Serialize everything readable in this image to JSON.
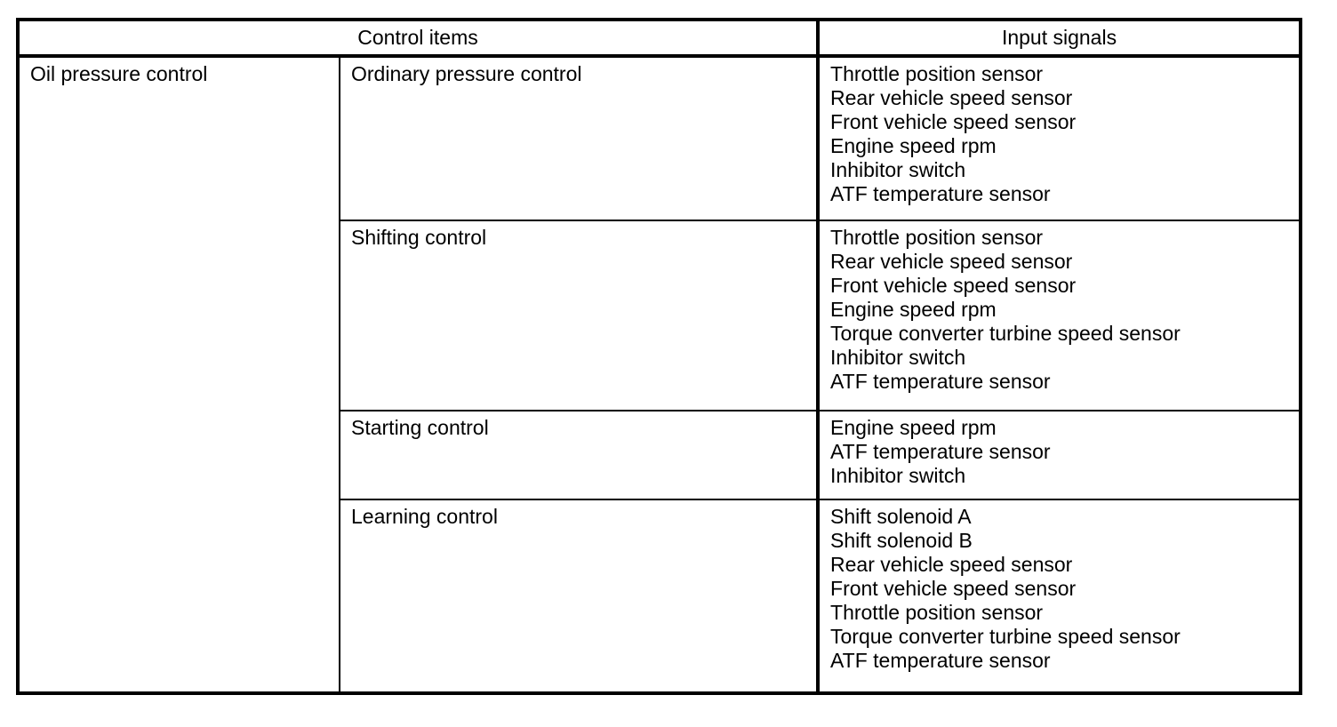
{
  "colors": {
    "border": "#000000",
    "text": "#000000",
    "background": "#ffffff"
  },
  "table": {
    "headers": {
      "control_items": "Control items",
      "input_signals": "Input signals"
    },
    "row_group_label": "Oil pressure control",
    "rows": [
      {
        "control": "Ordinary pressure control",
        "signals": [
          "Throttle position sensor",
          "Rear vehicle speed sensor",
          "Front vehicle speed sensor",
          "Engine speed rpm",
          "Inhibitor switch",
          "ATF temperature sensor"
        ]
      },
      {
        "control": "Shifting control",
        "signals": [
          "Throttle position sensor",
          "Rear vehicle speed sensor",
          "Front vehicle speed sensor",
          "Engine speed rpm",
          "Torque converter turbine speed sensor",
          "Inhibitor switch",
          "ATF temperature sensor"
        ]
      },
      {
        "control": "Starting control",
        "signals": [
          "Engine speed rpm",
          "ATF temperature sensor",
          "Inhibitor switch"
        ]
      },
      {
        "control": "Learning control",
        "signals": [
          "Shift solenoid A",
          "Shift solenoid B",
          "Rear vehicle speed sensor",
          "Front vehicle speed sensor",
          "Throttle position sensor",
          "Torque converter turbine speed sensor",
          "ATF temperature sensor"
        ]
      }
    ]
  }
}
